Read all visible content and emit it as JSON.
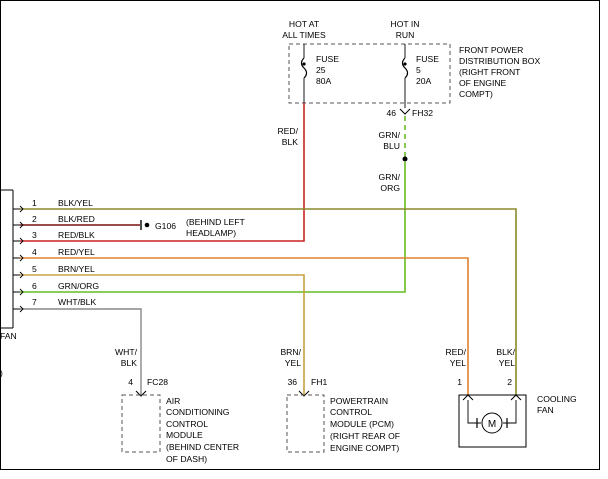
{
  "fuse_box": {
    "hot_at_all_times": [
      "HOT AT",
      "ALL TIMES"
    ],
    "hot_in_run": [
      "HOT IN",
      "RUN"
    ],
    "name": [
      "FRONT POWER",
      "DISTRIBUTION BOX",
      "(RIGHT FRONT",
      "OF ENGINE",
      "COMPT)"
    ],
    "fuse_a": [
      "FUSE",
      "25",
      "80A"
    ],
    "fuse_b": [
      "FUSE",
      "5",
      "20A"
    ],
    "connector_pin": "46",
    "connector_id": "FH32"
  },
  "wires": {
    "red_blk": [
      "RED/",
      "BLK"
    ],
    "grn_blu": [
      "GRN/",
      "BLU"
    ],
    "grn_org": [
      "GRN/",
      "ORG"
    ],
    "wht_blk": [
      "WHT/",
      "BLK"
    ],
    "brn_yel": [
      "BRN/",
      "YEL"
    ],
    "red_yel": [
      "RED/",
      "YEL"
    ],
    "blk_yel": [
      "BLK/",
      "YEL"
    ]
  },
  "connector_pins": [
    {
      "pin": "1",
      "wire": "BLK/YEL"
    },
    {
      "pin": "2",
      "wire": "BLK/RED"
    },
    {
      "pin": "3",
      "wire": "RED/BLK"
    },
    {
      "pin": "4",
      "wire": "RED/YEL"
    },
    {
      "pin": "5",
      "wire": "BRN/YEL"
    },
    {
      "pin": "6",
      "wire": "GRN/ORG"
    },
    {
      "pin": "7",
      "wire": "WHT/BLK"
    }
  ],
  "ground": {
    "id": "G106",
    "location": [
      "(BEHIND LEFT",
      "HEADLAMP)"
    ]
  },
  "left_edge_fragments": [
    "FAN",
    ")"
  ],
  "ac_module": {
    "pin": "4",
    "connector": "FC28",
    "name": [
      "AIR",
      "CONDITIONING",
      "CONTROL",
      "MODULE",
      "(BEHIND CENTER",
      "OF DASH)"
    ]
  },
  "pcm": {
    "pin": "36",
    "connector": "FH1",
    "name": [
      "POWERTRAIN",
      "CONTROL",
      "MODULE (PCM)",
      "(RIGHT REAR OF",
      "ENGINE COMPT)"
    ]
  },
  "cooling_fan": {
    "pin_1": "1",
    "pin_2": "2",
    "motor_symbol": "M",
    "name": [
      "COOLING",
      "FAN"
    ]
  },
  "colors": {
    "red": "#cc2222",
    "green": "#66bb22",
    "brown_yellow": "#c8a040",
    "orange": "#e08030",
    "olive": "#8a8a2a",
    "dark_red": "#7a1010",
    "gray": "#888888",
    "ink": "#000000"
  }
}
